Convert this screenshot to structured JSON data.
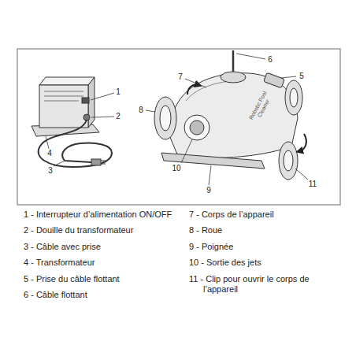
{
  "diagram": {
    "labels": [
      "1",
      "2",
      "3",
      "4",
      "5",
      "6",
      "7",
      "8",
      "9",
      "10",
      "11",
      "Robotic Pool Cleaner",
      "1 - Interrupteur d’alimentation ON/OFF",
      "2 - Douille du transformateur",
      "3 - Câble avec prise",
      "4 - Transformateur",
      "5 - Prise du câble flottant",
      "6 - Câble flottant",
      "7 - Corps de l’appareil",
      "8 - Roue",
      "9 - Poignée",
      "10 - Sortie des jets",
      "11 - Clip pour ouvrir le corps de l’appareil"
    ]
  }
}
